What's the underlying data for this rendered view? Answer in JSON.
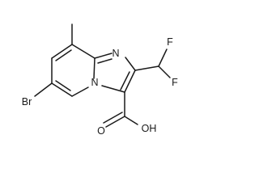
{
  "molecule": {
    "atoms": {
      "N_imidazole": "N",
      "N_bridgehead": "N",
      "F_upper": "F",
      "F_lower": "F",
      "Br": "Br",
      "O_carbonyl": "O",
      "OH": "OH"
    }
  },
  "colors": {
    "bond": "#1a1a1a",
    "text": "#1a1a1a",
    "background": "#ffffff"
  }
}
